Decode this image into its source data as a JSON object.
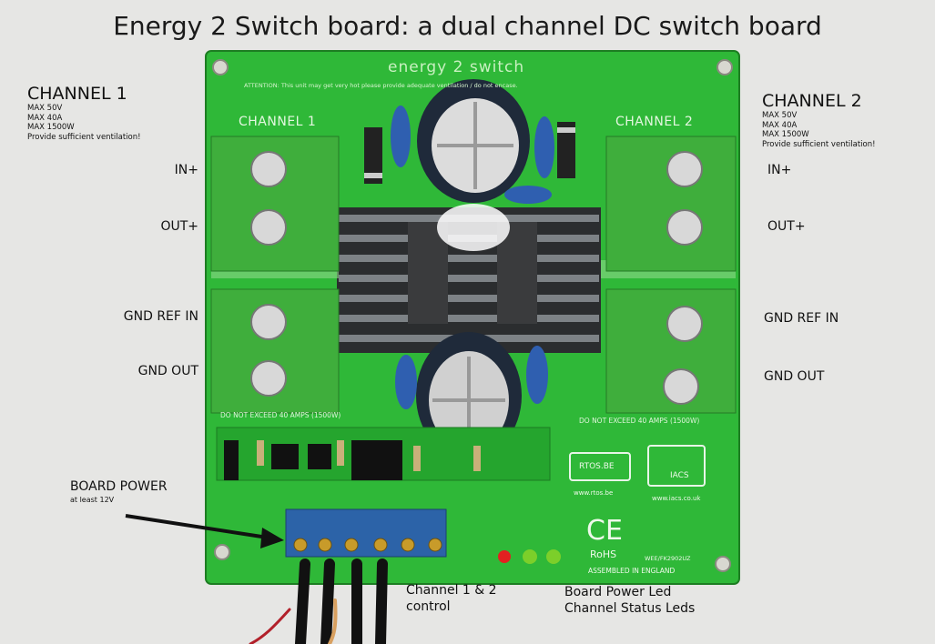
{
  "title": "Energy 2 Switch board: a dual channel DC switch board",
  "channel1": {
    "heading": "CHANNEL 1",
    "specs": [
      "MAX 50V",
      "MAX 40A",
      "MAX 1500W",
      "Provide sufficient ventilation!"
    ],
    "terminals": [
      "IN+",
      "OUT+",
      "GND REF IN",
      "GND OUT"
    ]
  },
  "channel2": {
    "heading": "CHANNEL 2",
    "specs": [
      "MAX 50V",
      "MAX 40A",
      "MAX 1500W",
      "Provide sufficient ventilation!"
    ],
    "terminals": [
      "IN+",
      "OUT+",
      "GND REF IN",
      "GND OUT"
    ]
  },
  "board_power": {
    "label": "BOARD POWER",
    "note": "at least 12V"
  },
  "control_label": [
    "Channel 1 & 2",
    "control"
  ],
  "leds_label": [
    "Board Power Led",
    "Channel Status Leds"
  ],
  "pcb_silkscreen": {
    "brand": "energy 2 switch",
    "attention": "ATTENTION: This unit may get very hot please provide adequate ventilation / do not encase.",
    "channel1": "CHANNEL 1",
    "channel2": "CHANNEL 2",
    "exceed_left": "DO NOT EXCEED 40 AMPS (1500W)",
    "exceed_right": "DO NOT EXCEED 40 AMPS (1500W)",
    "rtos": "RTOS.BE",
    "rtos_url": "www.rtos.be",
    "iacs": "IACS",
    "iacs_url": "www.iacs.co.uk",
    "ce": "CE",
    "rohs": "RoHS",
    "weee": "WEE/FK2902UZ",
    "assembled": "ASSEMBLED IN ENGLAND"
  },
  "colors": {
    "pcb": "#2fb838",
    "pcb_dark": "#1f8a26",
    "terminal": "#3fae3c",
    "connector": "#2c63a8",
    "background": "#e6e6e4"
  }
}
